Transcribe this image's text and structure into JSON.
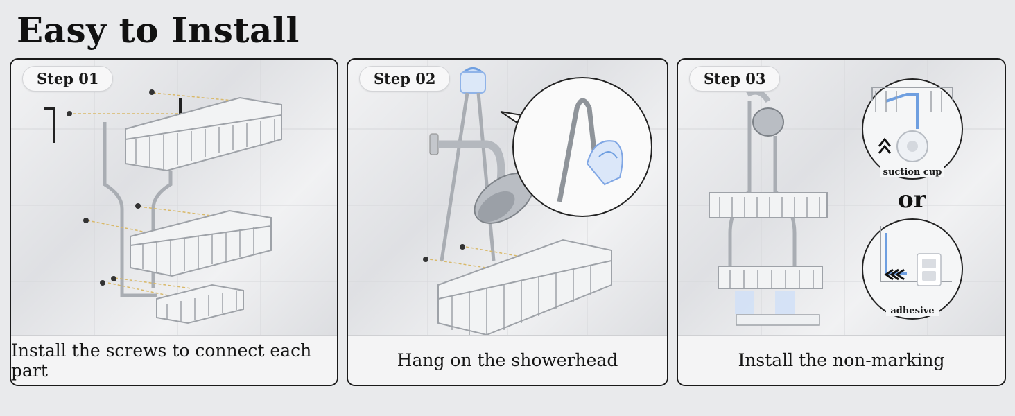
{
  "header": {
    "title": "Easy to Install"
  },
  "steps": [
    {
      "badge": "Step 01",
      "caption": "Install the screws to connect each part"
    },
    {
      "badge": "Step 02",
      "caption": "Hang on the showerhead"
    },
    {
      "badge": "Step 03",
      "caption": "Install the non-marking"
    }
  ],
  "step3_options": {
    "suction_label": "suction cup",
    "or_label": "or",
    "adhesive_label": "adhesive"
  },
  "colors": {
    "accent_blue": "#6f9fe0",
    "chrome": "#b8bcc2",
    "frame": "#1a1a1a"
  }
}
